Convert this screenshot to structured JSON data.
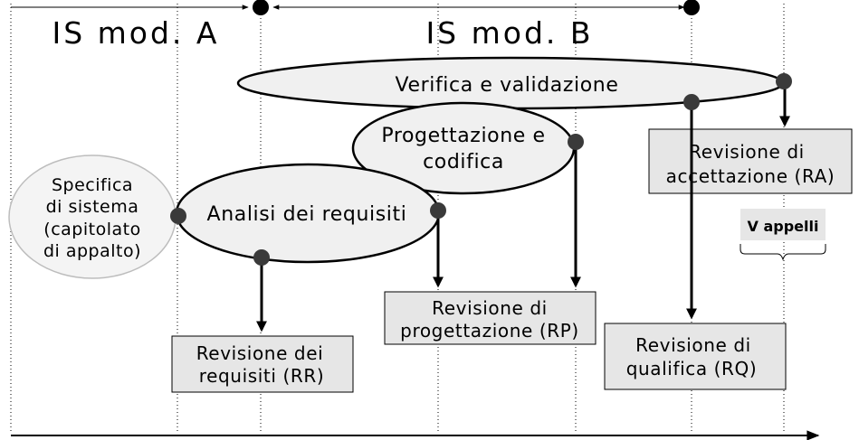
{
  "headers": {
    "left": "IS mod. A",
    "right": "IS mod. B"
  },
  "phases": {
    "specifica": [
      "Specifica",
      "di sistema",
      "(capitolato",
      "di appalto)"
    ],
    "analisi": "Analisi dei requisiti",
    "progettazione": [
      "Progettazione e",
      "codifica"
    ],
    "verifica": "Verifica e validazione"
  },
  "reviews": {
    "rr": [
      "Revisione dei",
      "requisiti (RR)"
    ],
    "rp": [
      "Revisione di",
      "progettazione (RP)"
    ],
    "rq": [
      "Revisione di",
      "qualifica (RQ)"
    ],
    "ra": [
      "Revisione di",
      "accettazione (RA)"
    ]
  },
  "notes": {
    "appelli": "V appelli"
  }
}
